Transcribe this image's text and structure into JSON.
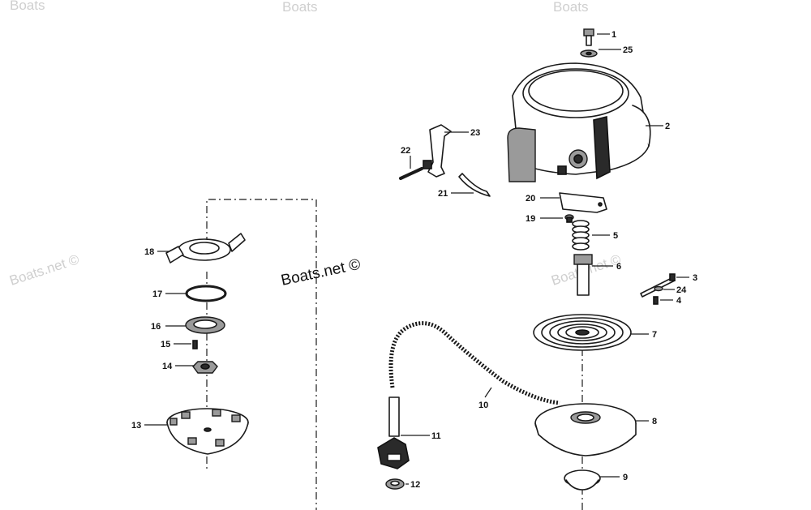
{
  "watermarks": {
    "top_left": "Boats",
    "top_mid": "Boats",
    "top_right": "Boats",
    "left": "Boats.net ©",
    "center": "Boats.net ©",
    "right": "Boats.net ©"
  },
  "callouts": {
    "c1": "1",
    "c2": "2",
    "c3": "3",
    "c4": "4",
    "c5": "5",
    "c6": "6",
    "c7": "7",
    "c8": "8",
    "c9": "9",
    "c10": "10",
    "c11": "11",
    "c12": "12",
    "c13": "13",
    "c14": "14",
    "c15": "15",
    "c16": "16",
    "c17": "17",
    "c18": "18",
    "c19": "19",
    "c20": "20",
    "c21": "21",
    "c22": "22",
    "c23": "23",
    "c24": "24",
    "c25": "25"
  }
}
